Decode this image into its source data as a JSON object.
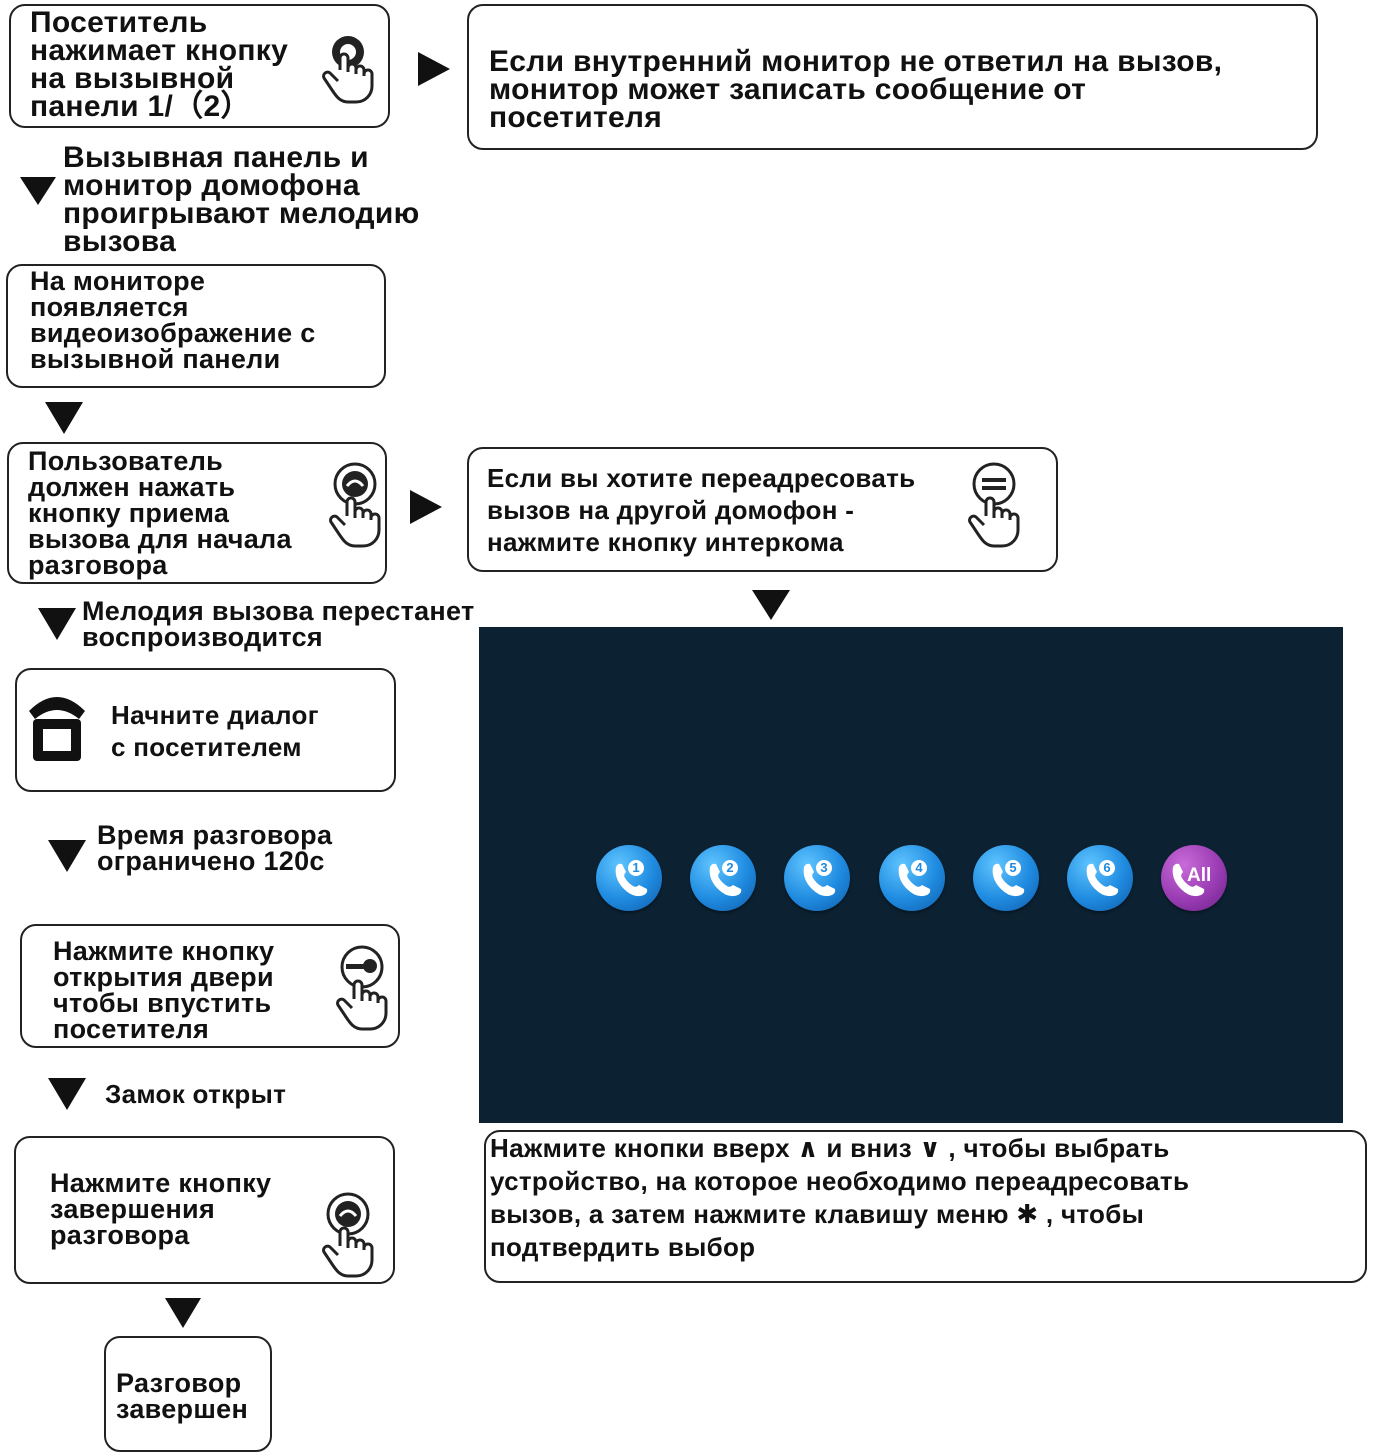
{
  "steps": {
    "visitor_press": "Посетитель\nнажимает кнопку\nна вызывной\nпанели  1/（2）",
    "no_answer": "Если внутренний монитор не ответил на вызов,\nмонитор может записать сообщение от\nпосетителя",
    "melody_play": "Вызывная панель и\nмонитор домофона\nпроигрывают мелодию\nвызова",
    "video_shown": "На мониторе\nпоявляется\nвидеоизображение с\nвызывной панели",
    "user_press": "Пользователь\nдолжен нажать\nкнопку приема\nвызова для начала\nразговора",
    "redirect": "Если вы хотите переадресовать\nвызов на другой домофон -\nнажмите кнопку интеркома",
    "melody_stop": "Мелодия вызова перестанет\nвоспроизводится",
    "start_dialog": "Начните диалог\nс посетителем",
    "time_limit": "Время разговора\nограничено 120с",
    "open_door": "Нажмите кнопку\nоткрытия двери\nчтобы впустить\nпосетителя",
    "lock_open": "Замок открыт",
    "end_call": "Нажмите кнопку\nзавершения\nразговора",
    "call_ended": "Разговор\nзавершен",
    "select_device": "Нажмите кнопки вверх ∧ и вниз  ∨  , чтобы выбрать\nустройство, на которое необходимо переадресовать\nвызов, а затем нажмите клавишу меню   ✱  , чтобы\nподтвердить выбор"
  },
  "screen": {
    "background": "#0c2233",
    "buttons": [
      {
        "label": "1",
        "icon": "phone-call-icon"
      },
      {
        "label": "2",
        "icon": "phone-call-icon"
      },
      {
        "label": "3",
        "icon": "phone-call-icon"
      },
      {
        "label": "4",
        "icon": "phone-call-icon"
      },
      {
        "label": "5",
        "icon": "phone-call-icon"
      },
      {
        "label": "6",
        "icon": "phone-call-icon"
      },
      {
        "label": "All",
        "icon": "phone-call-all-icon"
      }
    ]
  }
}
